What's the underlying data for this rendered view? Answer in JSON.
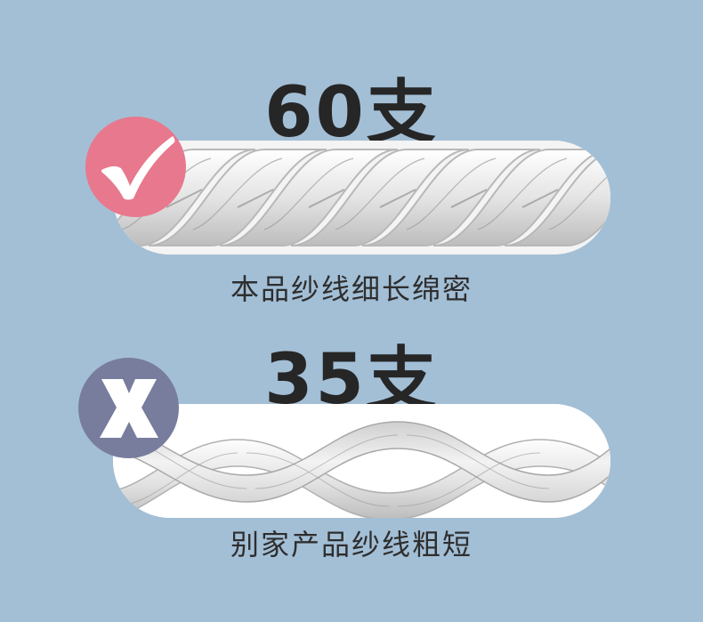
{
  "good": {
    "count_label": "60支",
    "caption": "本品纱线细长绵密",
    "badge_icon": "check-mark-icon",
    "badge_color": "#e8788d"
  },
  "bad": {
    "count_label": "35支",
    "caption": "别家产品纱线粗短",
    "badge_icon": "cross-mark-icon",
    "badge_color": "#787d9d"
  },
  "colors": {
    "background": "#a3bfd6",
    "card": "#ffffff",
    "text": "#262626"
  }
}
